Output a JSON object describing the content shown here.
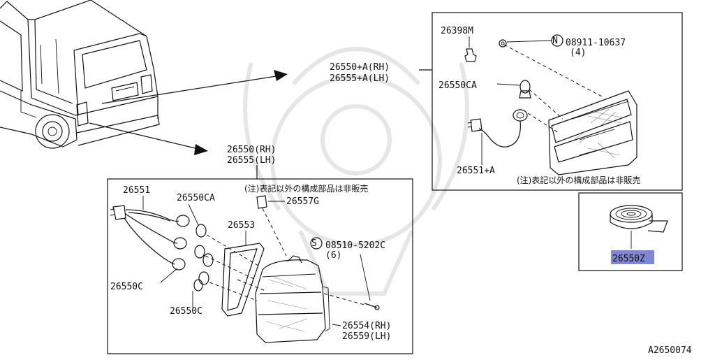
{
  "diagram_id": "A2650074",
  "note_not_sold": "(注)表記以外の構成部品は非販売",
  "main_assembly": {
    "rh": "26550(RH)",
    "lh": "26555(LH)"
  },
  "main_parts": {
    "harness": "26551",
    "bulb_ca": "26550CA",
    "clip": "26557G",
    "gasket": "26553",
    "screw_num": "08510-5202C",
    "screw_qty": "(6)",
    "socket_c_upper": "26550C",
    "socket_c_lower": "26550C",
    "lens_rh": "26554(RH)",
    "lens_lh": "26559(LH)",
    "screw_symbol": "S"
  },
  "garnish_assembly": {
    "rh": "26550+A(RH)",
    "lh": "26555+A(LH)"
  },
  "garnish_parts": {
    "bulb_m": "26398M",
    "nut_num": "08911-10637",
    "nut_qty": "(4)",
    "nut_symbol": "N",
    "bulb_ca": "26550CA",
    "harness": "26551+A"
  },
  "repair_part": "26550Z"
}
